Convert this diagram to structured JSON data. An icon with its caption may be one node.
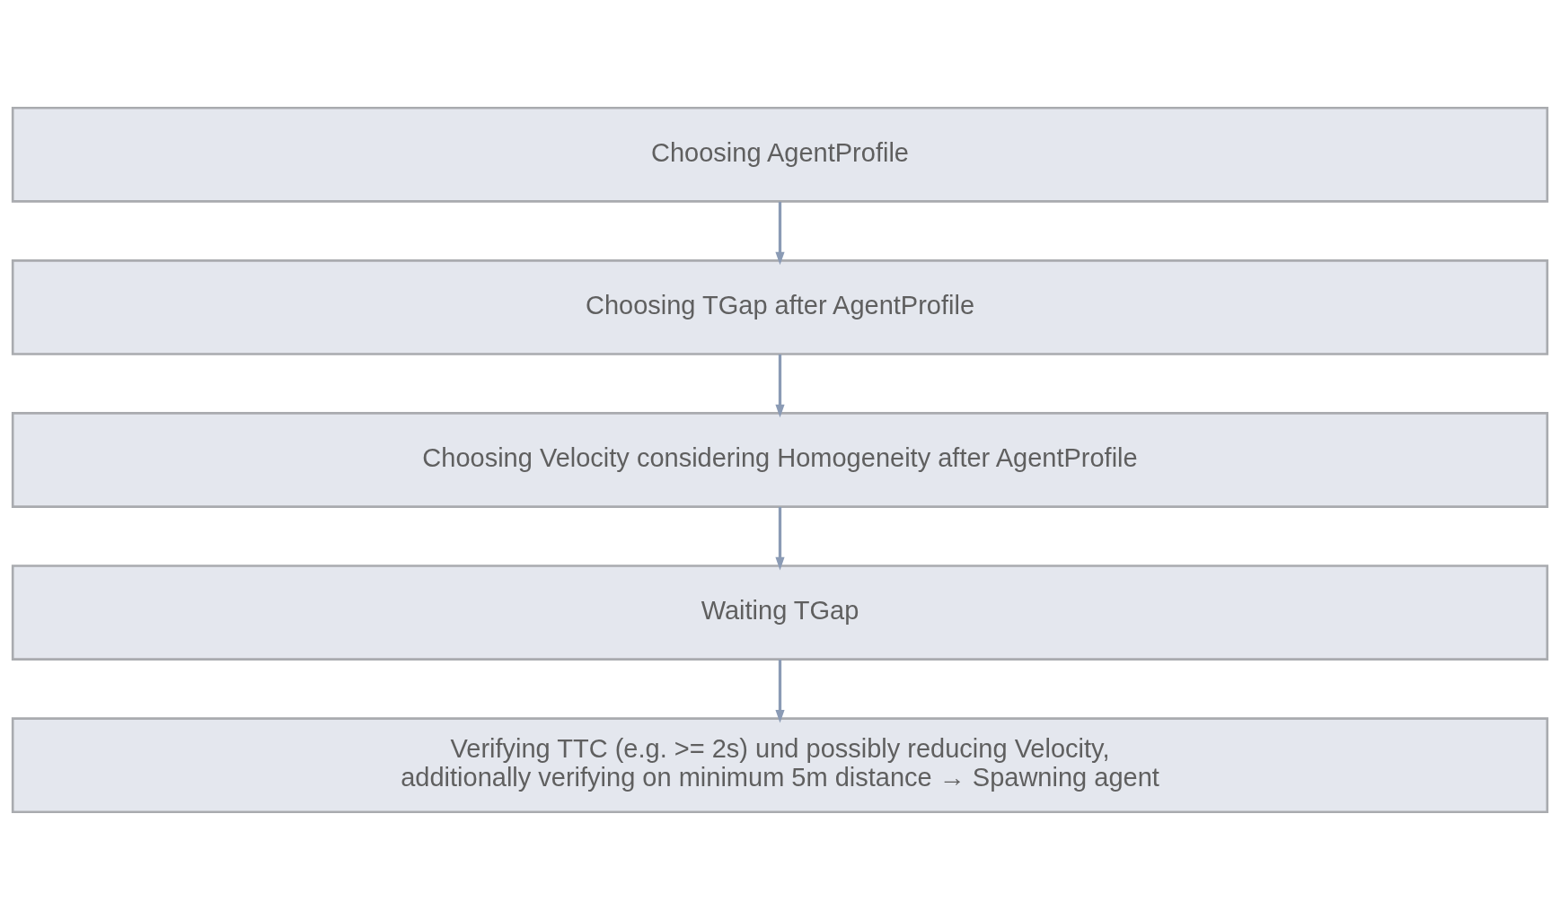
{
  "diagram": {
    "nodes": [
      {
        "text": [
          "Choosing AgentProfile"
        ]
      },
      {
        "text": [
          "Choosing TGap after AgentProfile"
        ]
      },
      {
        "text": [
          "Choosing Velocity considering Homogeneity after AgentProfile"
        ]
      },
      {
        "text": [
          "Waiting TGap"
        ]
      },
      {
        "text": [
          "Verifying TTC (e.g. >= 2s) und possibly reducing Velocity, additionally verifying on minimum 5m distance → Spawning agent"
        ]
      }
    ],
    "edges": [
      {
        "from": 0,
        "to": 1,
        "arrow": "to"
      },
      {
        "from": 1,
        "to": 2,
        "arrow": "to"
      },
      {
        "from": 2,
        "to": 3,
        "arrow": "to"
      },
      {
        "from": 3,
        "to": 4,
        "arrow": "to"
      }
    ]
  }
}
